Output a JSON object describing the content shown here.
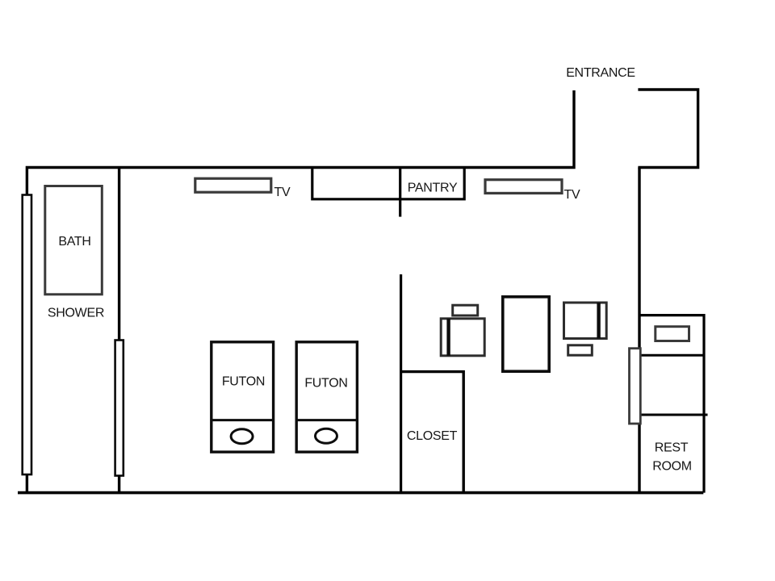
{
  "floor_plan": {
    "background_color": "#ffffff",
    "wall_color": "#000000",
    "fixture_stroke_color": "#3a3a3a",
    "label_color": "#161616",
    "rooms": {
      "entrance": {
        "label": "ENTRANCE"
      },
      "shower_room": {
        "label": "SHOWER"
      },
      "pantry": {
        "label": "PANTRY"
      },
      "closet": {
        "label": "CLOSET"
      },
      "restroom": {
        "label_line1": "REST",
        "label_line2": "ROOM"
      }
    },
    "fixtures": {
      "bath_tub": {
        "label": "BATH"
      },
      "tv_left": {
        "label": "TV"
      },
      "tv_right": {
        "label": "TV"
      },
      "futon_left": {
        "label": "FUTON"
      },
      "futon_right": {
        "label": "FUTON"
      }
    }
  }
}
